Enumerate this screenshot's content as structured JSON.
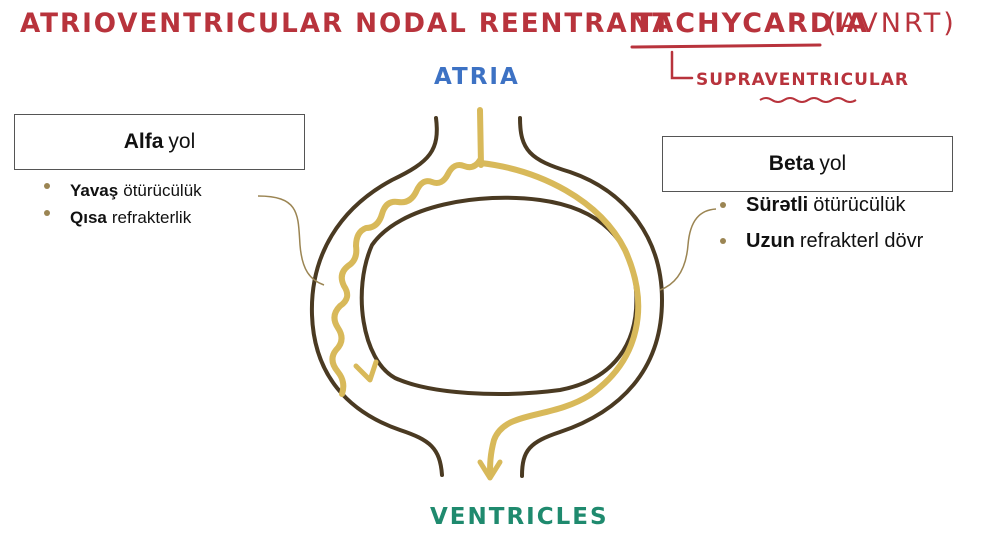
{
  "diagram": {
    "title": "ATRIOVENTRICULAR NODAL REENTRANT",
    "tachycardia": "TACHYCARDIA",
    "abbreviation": "(AVNRT)",
    "supraventricular": "SUPRAVENTRICULAR",
    "atria_label": "ATRIA",
    "ventricles_label": "VENTRICLES"
  },
  "alfa": {
    "title_bold": "Alfa",
    "title_rest": "yol",
    "items": [
      {
        "bold": "Yavaş",
        "rest": "ötürücülük"
      },
      {
        "bold": "Qısa",
        "rest": "refrakterlik"
      }
    ]
  },
  "beta": {
    "title_bold": "Beta",
    "title_rest": "yol",
    "items": [
      {
        "bold": "Sürətli",
        "rest": "ötürücülük"
      },
      {
        "bold": "Uzun",
        "rest": "refrakterl dövr"
      }
    ]
  },
  "colors": {
    "title_red": "#b8333c",
    "atria_blue": "#3d72c4",
    "ventricles_green": "#1f8a6e",
    "outline_brown": "#4a3a22",
    "pathway_yellow": "#d8b95a",
    "bullet_tan": "#9b8553"
  }
}
